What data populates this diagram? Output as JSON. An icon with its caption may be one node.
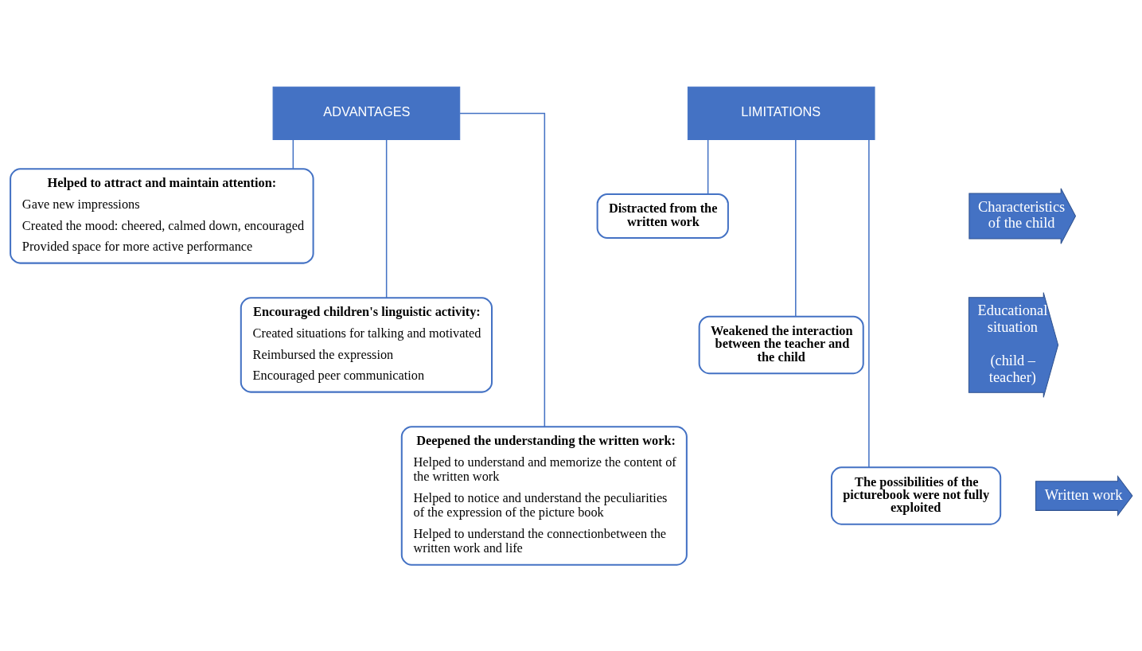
{
  "diagram": {
    "nodes": [
      {
        "text": [
          "ADVANTAGES"
        ]
      },
      {
        "text": [
          "LIMITATIONS"
        ]
      },
      {
        "text": [
          "Characteristics of the child"
        ]
      },
      {
        "text": [
          "Helped to attract and maintain attention:",
          "Gave new impressions",
          "Created the mood: cheered, calmed down, encouraged",
          "Provided space for more active performance"
        ]
      },
      {
        "text": [
          "Distracted from the written work"
        ]
      },
      {
        "text": [
          "Educational situation",
          "(child – teacher)"
        ]
      },
      {
        "text": [
          "Encouraged children's linguistic activity:",
          "Created situations for talking and motivated",
          "Reimbursed the expression",
          "Encouraged peer communication"
        ]
      },
      {
        "text": [
          "Weakened the interaction between the teacher and the child"
        ]
      },
      {
        "text": [
          "Written work"
        ]
      },
      {
        "text": [
          "Deepened the understanding the written work:",
          "Helped to understand and memorize the content of the written work",
          "Helped to notice and understand the peculiarities of the expression of the picture book",
          "Helped to understand the connectionbetween the written work and life"
        ]
      },
      {
        "text": [
          "The possibilities of the picturebook were not fully exploited"
        ]
      }
    ],
    "edges": [
      {
        "from": 0,
        "to": 3,
        "arrow": "none"
      },
      {
        "from": 0,
        "to": 6,
        "arrow": "none"
      },
      {
        "from": 0,
        "to": 9,
        "arrow": "none"
      },
      {
        "from": 1,
        "to": 4,
        "arrow": "none"
      },
      {
        "from": 1,
        "to": 7,
        "arrow": "none"
      },
      {
        "from": 1,
        "to": 10,
        "arrow": "none"
      }
    ]
  }
}
